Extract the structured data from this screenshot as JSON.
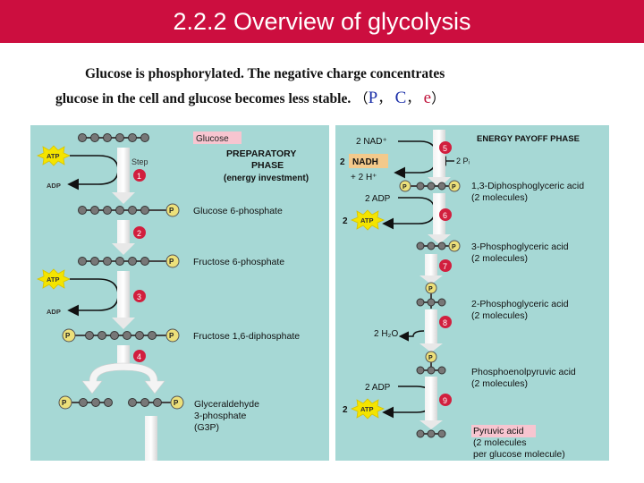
{
  "slide": {
    "title": "2.2.2  Overview of glycolysis",
    "intro_line1": "Glucose is phosphorylated. The negative charge concentrates",
    "intro_line2": "glucose in the cell and glucose becomes less stable.",
    "tag_p": "P",
    "tag_c": "C",
    "tag_e": "e",
    "separator": "，",
    "paren_open": "（",
    "paren_close": "）"
  },
  "colors": {
    "title_bg": "#cc0e3f",
    "panel_bg": "#a6d8d5",
    "step_circle": "#d11f3e",
    "phosphate_yellow": "#ece07a",
    "atp_yellow": "#f4e400",
    "nadh_box": "#f3c98b",
    "pink_label": "#f7c5d0"
  },
  "left_panel": {
    "glucose": "Glucose",
    "phase_line1": "PREPARATORY",
    "phase_line2": "PHASE",
    "phase_line3": "(energy investment)",
    "atp": "ATP",
    "adp": "ADP",
    "step_label": "Step",
    "p": "P",
    "step1": "1",
    "step2": "2",
    "step3": "3",
    "step4": "4",
    "glucose6p": "Glucose 6-phosphate",
    "fructose6p": "Fructose 6-phosphate",
    "fructose16": "Fructose 1,6-diphosphate",
    "g3p_line1": "Glyceraldehyde",
    "g3p_line2": "3-phosphate",
    "g3p_line3": "(G3P)"
  },
  "right_panel": {
    "nad": "2 NAD⁺",
    "two": "2",
    "nadh": "NADH",
    "two_h": "+ 2 H⁺",
    "two_pi": "2 Pᵢ",
    "phase": "ENERGY PAYOFF PHASE",
    "two_adp": "2 ADP",
    "atp": "ATP",
    "h2o": "2 H₂O",
    "p": "P",
    "step5": "5",
    "step6": "6",
    "step7": "7",
    "step8": "8",
    "step9": "9",
    "bpg_line1": "1,3-Diphosphoglyceric acid",
    "bpg_line2": "(2 molecules)",
    "pg3_line1": "3-Phosphoglyceric acid",
    "pg3_line2": "(2 molecules)",
    "pg2_line1": "2-Phosphoglyceric acid",
    "pg2_line2": "(2 molecules)",
    "pep_line1": "Phosphoenolpyruvic acid",
    "pep_line2": "(2 molecules)",
    "pyruvic_line1": "Pyruvic acid",
    "pyruvic_line2": "(2 molecules",
    "pyruvic_line3": "per glucose molecule)"
  }
}
